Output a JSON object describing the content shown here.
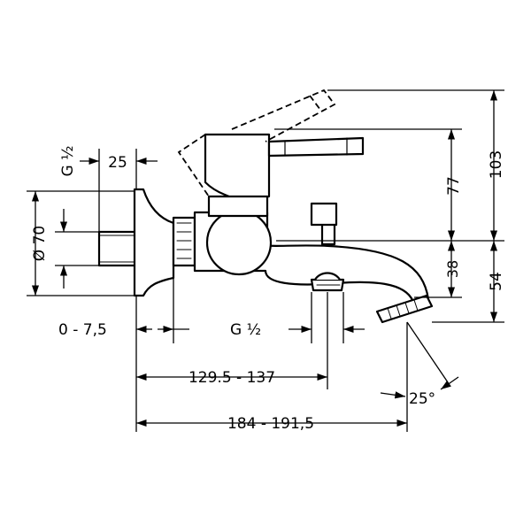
{
  "dimensions": {
    "thread_left": "G ½",
    "width_25": "25",
    "diameter_70": "Ø 70",
    "offset_range": "0 - 7,5",
    "thread_bottom": "G ½",
    "length_129": "129.5 - 137",
    "length_184": "184 - 191,5",
    "height_77": "77",
    "height_103": "103",
    "height_38": "38",
    "height_54": "54",
    "angle": "25°"
  },
  "colors": {
    "line": "#000000",
    "background": "#ffffff"
  }
}
